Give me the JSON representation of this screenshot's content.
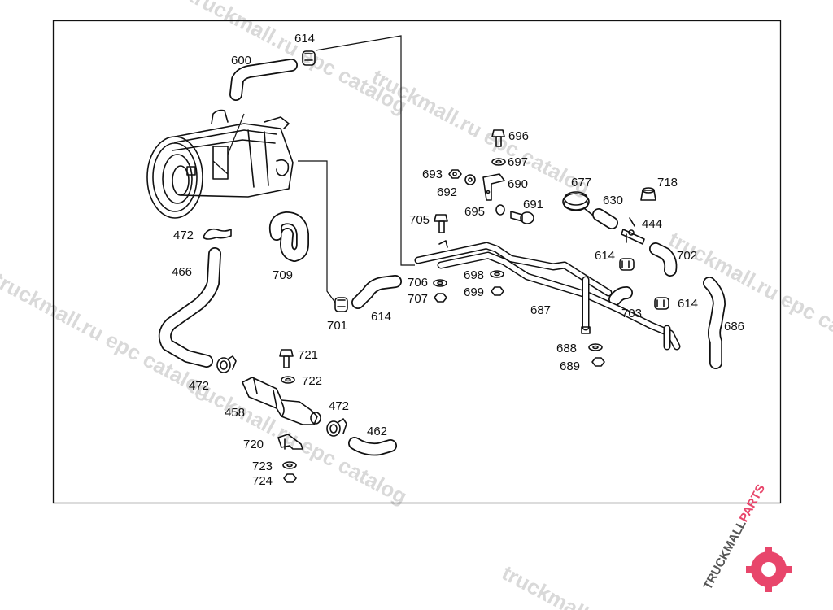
{
  "diagram": {
    "labels": [
      "614",
      "600",
      "696",
      "697",
      "693",
      "690",
      "692",
      "677",
      "718",
      "691",
      "630",
      "695",
      "705",
      "444",
      "472",
      "702",
      "614",
      "466",
      "709",
      "706",
      "698",
      "707",
      "699",
      "703",
      "614",
      "701",
      "614",
      "687",
      "686",
      "688",
      "689",
      "721",
      "472",
      "722",
      "458",
      "472",
      "462",
      "720",
      "723",
      "724"
    ]
  },
  "watermark": {
    "text": "truckmall.ru epc catalog",
    "site": "truckmall.ru",
    "catalog": "epc catalog"
  },
  "logo": {
    "text_dark": "TRUCKMALL",
    "text_accent": "PARTS",
    "color_dark": "#555555",
    "color_accent": "#e8466b"
  }
}
